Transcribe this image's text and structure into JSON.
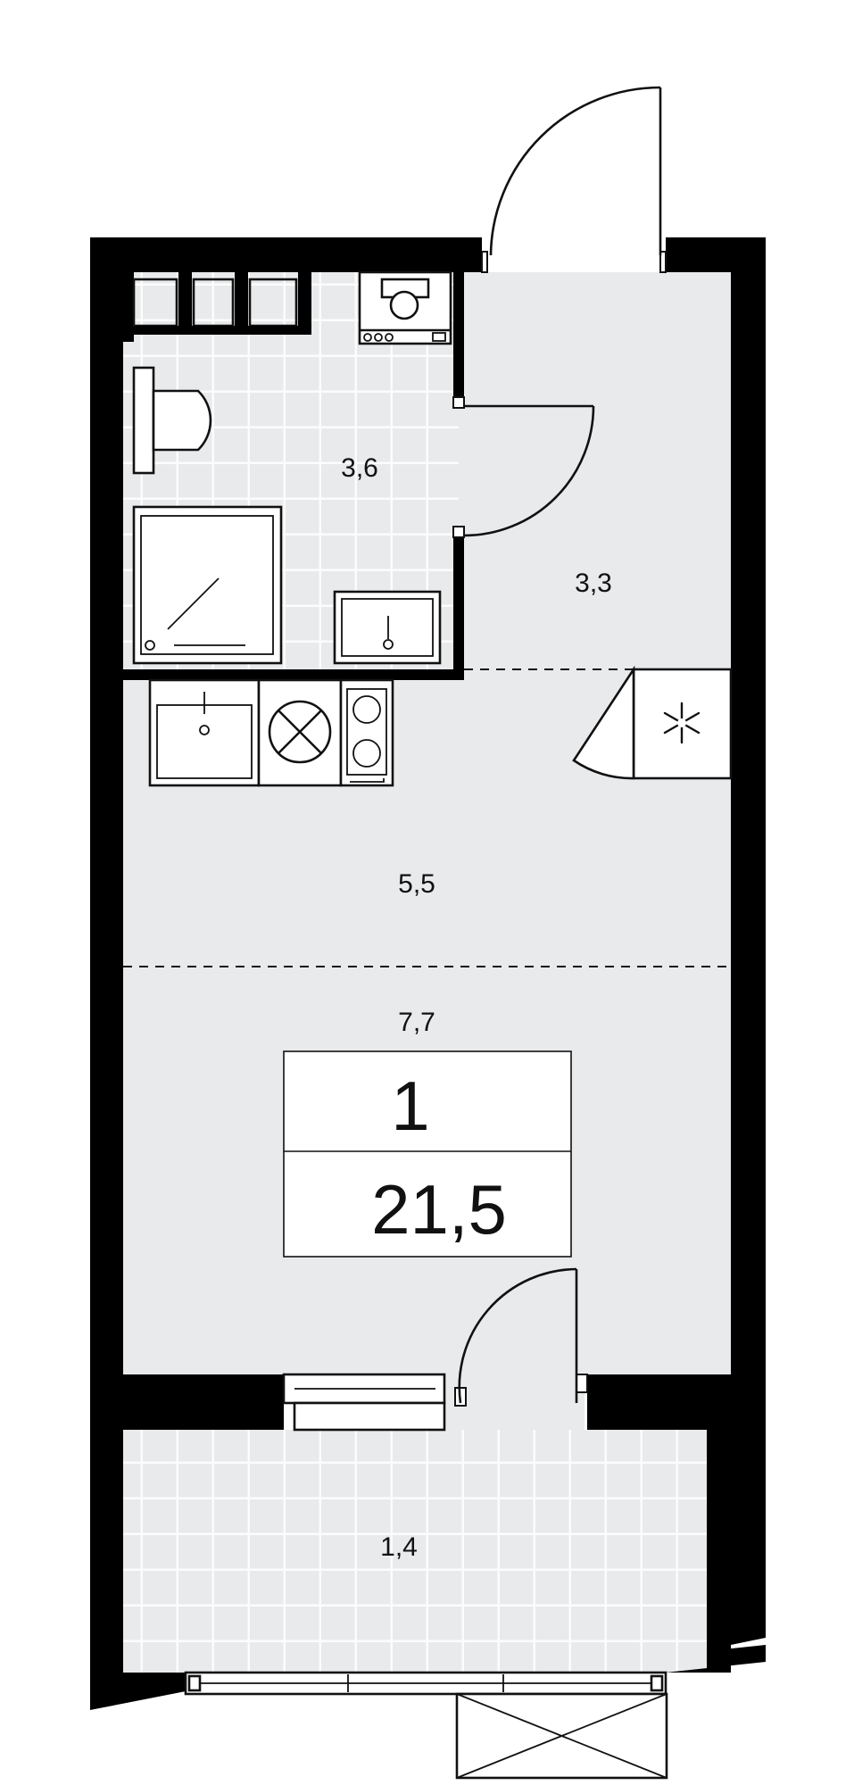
{
  "rooms": {
    "bathroom": {
      "area": "3,6"
    },
    "hall": {
      "area": "3,3"
    },
    "kitchen": {
      "area": "5,5"
    },
    "living": {
      "area": "7,7"
    },
    "balcony": {
      "area": "1,4"
    }
  },
  "summary": {
    "rooms_count": "1",
    "total_area": "21,5"
  },
  "colors": {
    "floor": "#e8eaec",
    "tile_line": "#ffffff",
    "wall": "#000000",
    "line": "#111111",
    "background": "#ffffff"
  }
}
